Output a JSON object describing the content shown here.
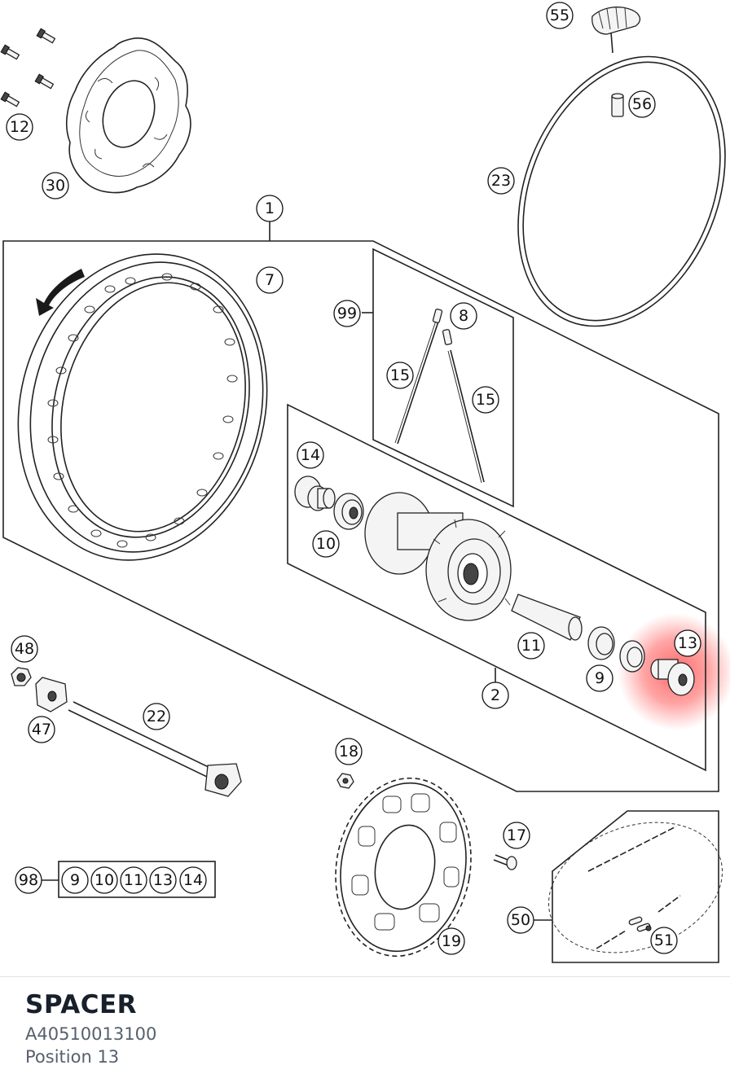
{
  "part": {
    "name": "SPACER",
    "number": "A40510013100",
    "position": "Position 13"
  },
  "diagram": {
    "highlight_color": "#ff5a5a",
    "callouts": {
      "c55": "55",
      "c56": "56",
      "c12": "12",
      "c30": "30",
      "c23": "23",
      "c1": "1",
      "c7": "7",
      "c99": "99",
      "c8": "8",
      "c15a": "15",
      "c15b": "15",
      "c14": "14",
      "c10": "10",
      "c11": "11",
      "c13": "13",
      "c9": "9",
      "c2": "2",
      "c48": "48",
      "c47": "47",
      "c22": "22",
      "c18": "18",
      "c17": "17",
      "c98": "98",
      "c50": "50",
      "c51": "51",
      "c19": "19"
    },
    "kit": [
      "9",
      "10",
      "11",
      "13",
      "14"
    ]
  }
}
